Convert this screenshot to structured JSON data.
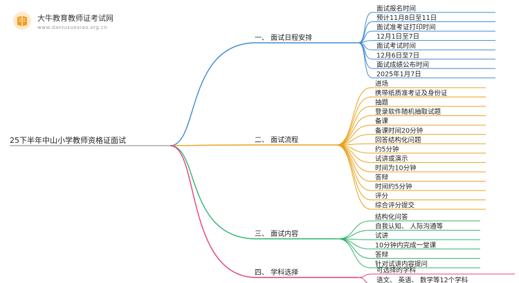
{
  "logo": {
    "name": "大牛教育教师证考试网",
    "url": "www.daniuxuexiao.org.cn"
  },
  "root": {
    "label": "25下半年中山小学教师资格证面试"
  },
  "branches": [
    {
      "label": "一、 面试日程安排",
      "color": "#3d8bd4",
      "leaves": [
        "面试报名时间",
        "预计11月8日至11日",
        "面试准考证打印时间",
        "12月1日至7日",
        "面试考试时间",
        "12月6日至7日",
        "面试成绩公布时间",
        "2025年1月7日"
      ]
    },
    {
      "label": "二、 面试流程",
      "color": "#e8a31c",
      "leaves": [
        "进场",
        "携带纸质准考证及身份证",
        "抽题",
        "登录软件随机抽取试题",
        "备课",
        "备课时间20分钟",
        "回答结构化问题",
        "约5分钟",
        "试讲或演示",
        "时间为10分钟",
        "答辩",
        "时间约5分钟",
        "评分",
        "综合评分提交"
      ]
    },
    {
      "label": "三、 面试内容",
      "color": "#2fb36e",
      "leaves": [
        "结构化问答",
        "自我认知、 人际沟通等",
        "试讲",
        "10分钟内完成一堂课",
        "答辩",
        "针对试讲内容提问"
      ]
    },
    {
      "label": "四、 学科选择",
      "color": "#e23d7e",
      "leaves": [
        "可选择的学科",
        "语文、 英语、 数学等12个学科"
      ]
    }
  ]
}
